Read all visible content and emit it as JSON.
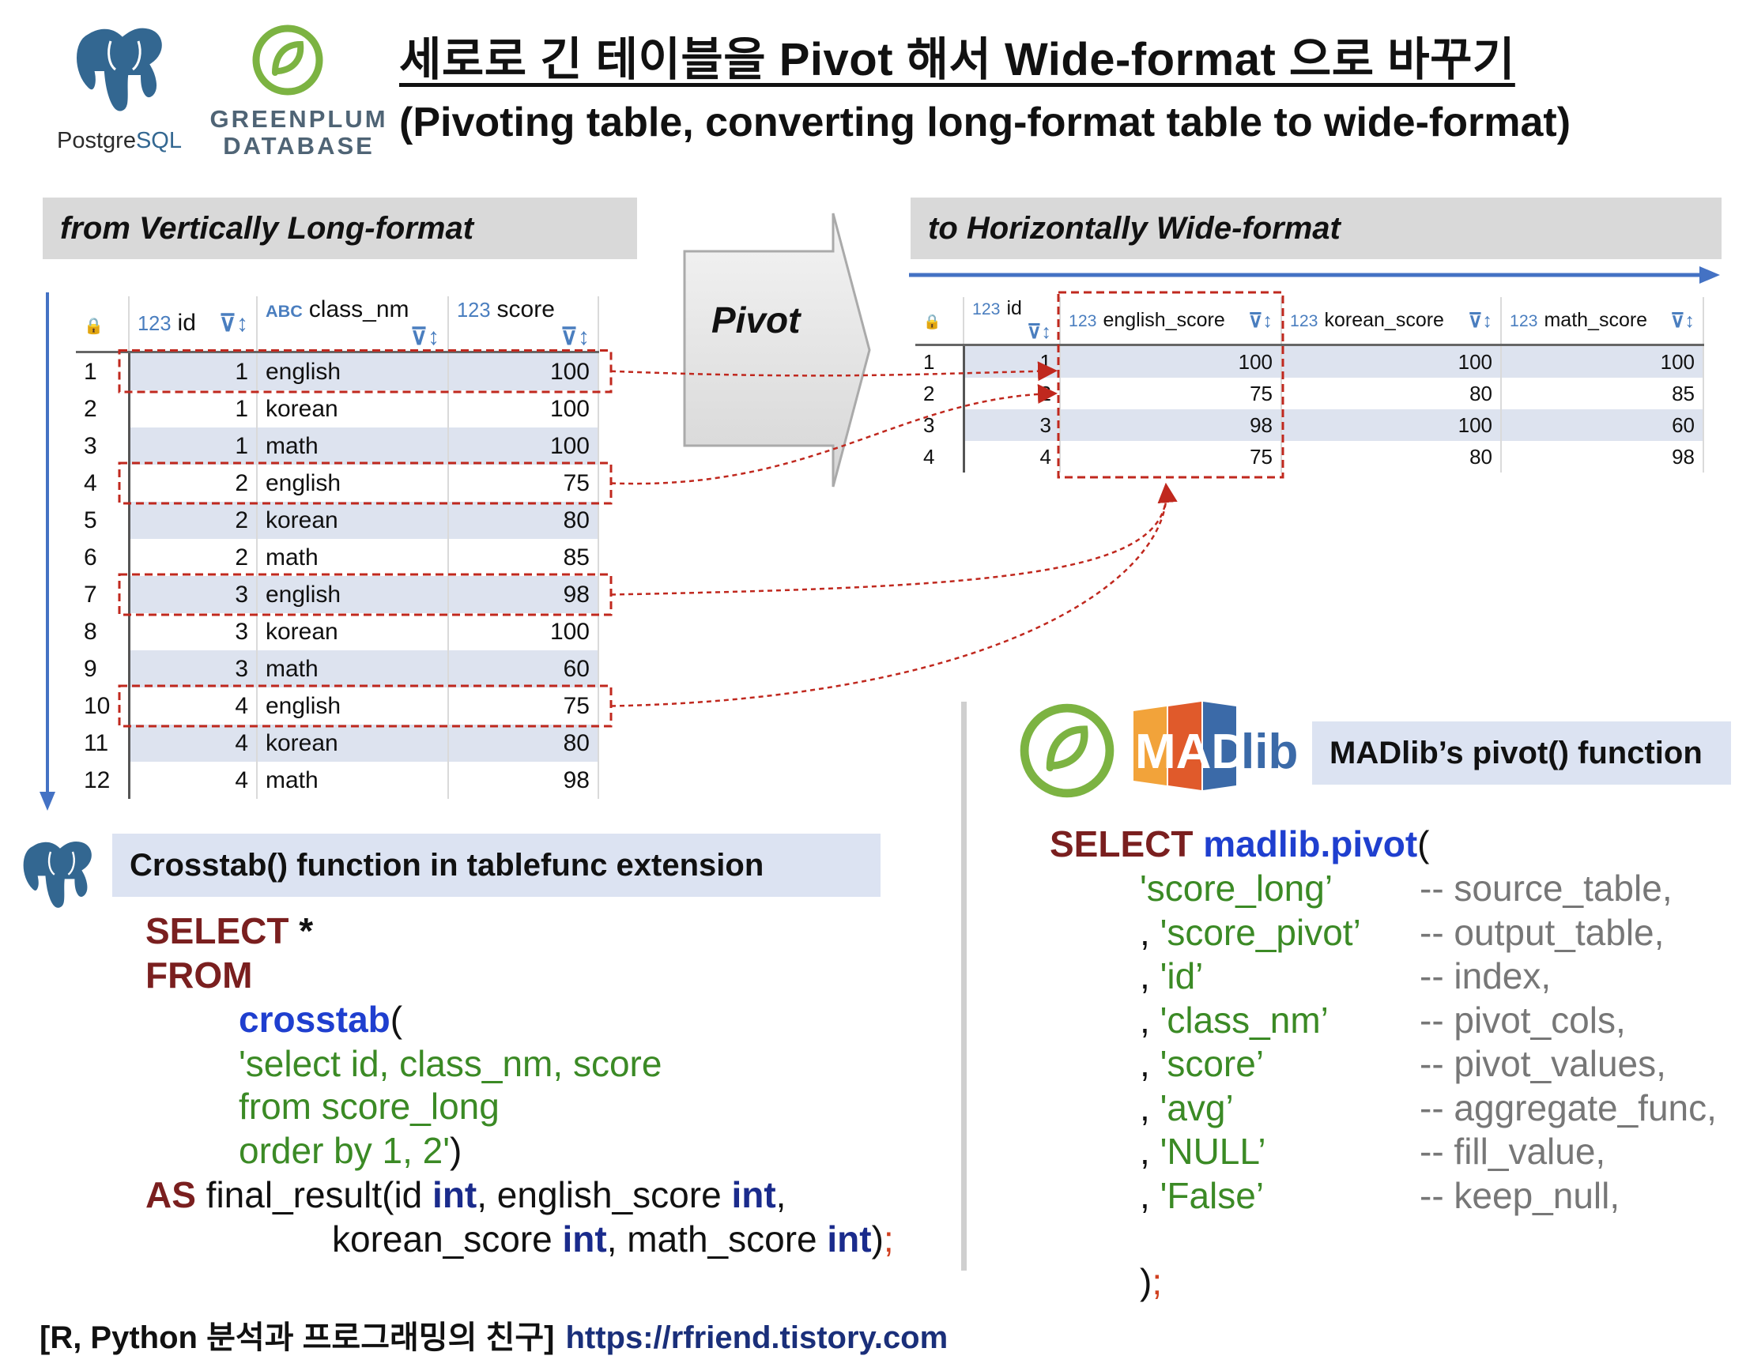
{
  "header": {
    "title": "세로로 긴 테이블을 Pivot 해서 Wide-format 으로 바꾸기",
    "subtitle": "(Pivoting table, converting long-format table to wide-format)",
    "logos": {
      "postgres_prefix": "Postgre",
      "postgres_suffix": "SQL",
      "greenplum_line1": "GREENPLUM",
      "greenplum_line2": "DATABASE"
    }
  },
  "left_section_title": "from Vertically Long-format",
  "right_section_title": "to Horizontally Wide-format",
  "pivot_label": "Pivot",
  "long_table": {
    "columns": [
      {
        "type": "123",
        "name": "id"
      },
      {
        "type": "ABC",
        "name": "class_nm"
      },
      {
        "type": "123",
        "name": "score"
      }
    ],
    "rows": [
      {
        "rn": "1",
        "id": "1",
        "class_nm": "english",
        "score": "100"
      },
      {
        "rn": "2",
        "id": "1",
        "class_nm": "korean",
        "score": "100"
      },
      {
        "rn": "3",
        "id": "1",
        "class_nm": "math",
        "score": "100"
      },
      {
        "rn": "4",
        "id": "2",
        "class_nm": "english",
        "score": "75"
      },
      {
        "rn": "5",
        "id": "2",
        "class_nm": "korean",
        "score": "80"
      },
      {
        "rn": "6",
        "id": "2",
        "class_nm": "math",
        "score": "85"
      },
      {
        "rn": "7",
        "id": "3",
        "class_nm": "english",
        "score": "98"
      },
      {
        "rn": "8",
        "id": "3",
        "class_nm": "korean",
        "score": "100"
      },
      {
        "rn": "9",
        "id": "3",
        "class_nm": "math",
        "score": "60"
      },
      {
        "rn": "10",
        "id": "4",
        "class_nm": "english",
        "score": "75"
      },
      {
        "rn": "11",
        "id": "4",
        "class_nm": "korean",
        "score": "80"
      },
      {
        "rn": "12",
        "id": "4",
        "class_nm": "math",
        "score": "98"
      }
    ]
  },
  "wide_table": {
    "columns": [
      {
        "type": "123",
        "name": "id"
      },
      {
        "type": "123",
        "name": "english_score"
      },
      {
        "type": "123",
        "name": "korean_score"
      },
      {
        "type": "123",
        "name": "math_score"
      }
    ],
    "rows": [
      {
        "rn": "1",
        "id": "1",
        "english_score": "100",
        "korean_score": "100",
        "math_score": "100"
      },
      {
        "rn": "2",
        "id": "2",
        "english_score": "75",
        "korean_score": "80",
        "math_score": "85"
      },
      {
        "rn": "3",
        "id": "3",
        "english_score": "98",
        "korean_score": "100",
        "math_score": "60"
      },
      {
        "rn": "4",
        "id": "4",
        "english_score": "75",
        "korean_score": "80",
        "math_score": "98"
      }
    ]
  },
  "crosstab": {
    "box_title": "Crosstab() function in tablefunc extension",
    "select_kw": "SELECT",
    "star": " *",
    "from_kw": "FROM",
    "func_name": "crosstab",
    "open_paren": "(",
    "query_line1": "'select id, class_nm, score",
    "query_line2": "from score_long",
    "query_line3": "order by 1, 2'",
    "close_paren": ")",
    "as_kw": "AS",
    "result_name": " final_result(id ",
    "int_kw": "int",
    "sep_english": ", english_score ",
    "comma": ",",
    "korean": "korean_score ",
    "sep_math": ", math_score ",
    "end_paren": ")",
    "semicolon": ";"
  },
  "madlib": {
    "logo_text_1": "MAD",
    "logo_text_2": "lib",
    "box_title": "MADlib’s pivot() function",
    "select_kw": "SELECT",
    "func_name": "madlib.pivot",
    "open_paren": "(",
    "args": [
      {
        "prefix": "",
        "value": "'score_long’",
        "comment": "-- source_table,"
      },
      {
        "prefix": ", ",
        "value": "'score_pivot’",
        "comment": "-- output_table,"
      },
      {
        "prefix": ", ",
        "value": "'id’",
        "comment": "-- index,"
      },
      {
        "prefix": ", ",
        "value": "'class_nm’",
        "comment": "-- pivot_cols,"
      },
      {
        "prefix": ", ",
        "value": "'score’",
        "comment": "-- pivot_values,"
      },
      {
        "prefix": ", ",
        "value": "'avg’",
        "comment": "-- aggregate_func,"
      },
      {
        "prefix": ", ",
        "value": "'NULL’",
        "comment": "-- fill_value,"
      },
      {
        "prefix": ", ",
        "value": "'False’",
        "comment": "-- keep_null,"
      }
    ],
    "close_paren": ")",
    "semicolon": ";"
  },
  "footer": {
    "label": "[R, Python 분석과 프로그래밍의 친구]",
    "url": "https://rfriend.tistory.com"
  },
  "colors": {
    "keyword": "#7a1f1f",
    "function": "#1f3fcf",
    "string": "#3b8a25",
    "type": "#1a2b8c",
    "comment": "#777777",
    "highlight_dash": "#c0281e",
    "flow_arrow": "#4472c4",
    "row_stripe": "#dde3ef",
    "section_bg": "#d9d9d9",
    "func_box_bg": "#dce3f2"
  }
}
